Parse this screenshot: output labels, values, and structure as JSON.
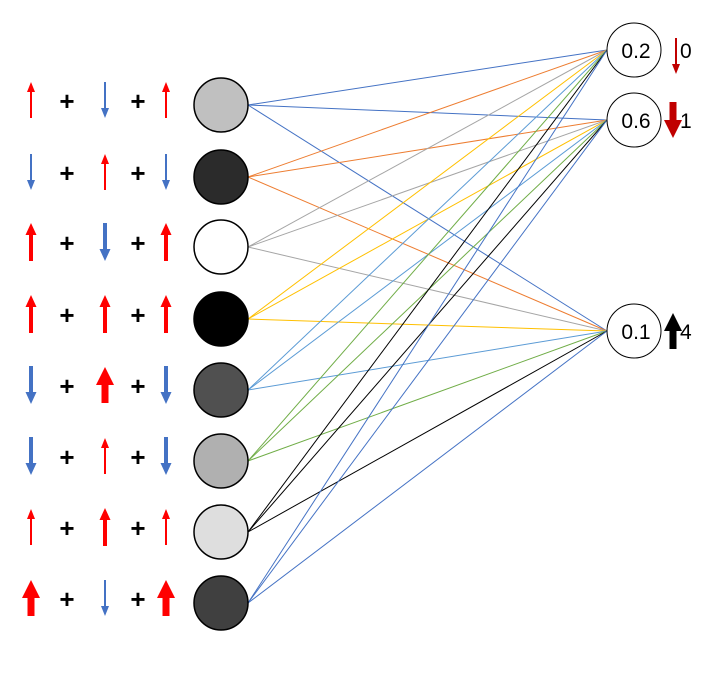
{
  "plus_sign": "+",
  "inputs": [
    {
      "fill": "#c0c0c0",
      "line_color": "#4472c4",
      "arrows": [
        {
          "dir": "up",
          "color": "#ff0000",
          "weight": "thin"
        },
        {
          "dir": "down",
          "color": "#4472c4",
          "weight": "thin"
        },
        {
          "dir": "up",
          "color": "#ff0000",
          "weight": "thin"
        }
      ]
    },
    {
      "fill": "#2b2b2b",
      "line_color": "#ed7d31",
      "arrows": [
        {
          "dir": "down",
          "color": "#4472c4",
          "weight": "thin"
        },
        {
          "dir": "up",
          "color": "#ff0000",
          "weight": "thin"
        },
        {
          "dir": "down",
          "color": "#4472c4",
          "weight": "thin"
        }
      ]
    },
    {
      "fill": "#ffffff",
      "line_color": "#a5a5a5",
      "arrows": [
        {
          "dir": "up",
          "color": "#ff0000",
          "weight": "medium"
        },
        {
          "dir": "down",
          "color": "#4472c4",
          "weight": "medium"
        },
        {
          "dir": "up",
          "color": "#ff0000",
          "weight": "medium"
        }
      ]
    },
    {
      "fill": "#000000",
      "line_color": "#ffc000",
      "arrows": [
        {
          "dir": "up",
          "color": "#ff0000",
          "weight": "medium"
        },
        {
          "dir": "up",
          "color": "#ff0000",
          "weight": "medium"
        },
        {
          "dir": "up",
          "color": "#ff0000",
          "weight": "medium"
        }
      ]
    },
    {
      "fill": "#505050",
      "line_color": "#5b9bd5",
      "arrows": [
        {
          "dir": "down",
          "color": "#4472c4",
          "weight": "medium"
        },
        {
          "dir": "up",
          "color": "#ff0000",
          "weight": "thick"
        },
        {
          "dir": "down",
          "color": "#4472c4",
          "weight": "medium"
        }
      ]
    },
    {
      "fill": "#b0b0b0",
      "line_color": "#70ad47",
      "arrows": [
        {
          "dir": "down",
          "color": "#4472c4",
          "weight": "medium"
        },
        {
          "dir": "up",
          "color": "#ff0000",
          "weight": "thin"
        },
        {
          "dir": "down",
          "color": "#4472c4",
          "weight": "medium"
        }
      ]
    },
    {
      "fill": "#dedede",
      "line_color": "#000000",
      "arrows": [
        {
          "dir": "up",
          "color": "#ff0000",
          "weight": "thin"
        },
        {
          "dir": "up",
          "color": "#ff0000",
          "weight": "medium"
        },
        {
          "dir": "up",
          "color": "#ff0000",
          "weight": "thin"
        }
      ]
    },
    {
      "fill": "#404040",
      "line_color": "#4472c4",
      "arrows": [
        {
          "dir": "up",
          "color": "#ff0000",
          "weight": "thick"
        },
        {
          "dir": "down",
          "color": "#4472c4",
          "weight": "thin"
        },
        {
          "dir": "up",
          "color": "#ff0000",
          "weight": "thick"
        }
      ]
    }
  ],
  "outputs": [
    {
      "value": "0.2",
      "label": "0",
      "arrow": {
        "dir": "down",
        "color": "#c00000",
        "weight": "thin"
      }
    },
    {
      "value": "0.6",
      "label": "1",
      "arrow": {
        "dir": "down",
        "color": "#c00000",
        "weight": "thick"
      }
    },
    {
      "value": "0.1",
      "label": "4",
      "arrow": {
        "dir": "up",
        "color": "#000000",
        "weight": "thick"
      }
    }
  ]
}
